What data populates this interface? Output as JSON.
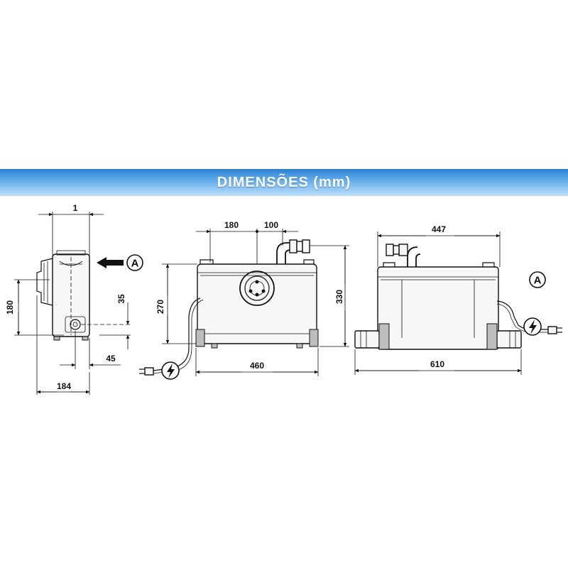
{
  "header": {
    "title": "DIMENSÕES (mm)"
  },
  "colors": {
    "banner_dark": "#2f7fd0",
    "banner_light": "#bcdffa",
    "line": "#111111"
  },
  "side_view": {
    "dims": {
      "top": "1",
      "height": "180",
      "inlet_height": "35",
      "inlet_offset": "45",
      "depth": "184"
    },
    "callout": "A",
    "icons": [
      "arrow-left-icon",
      "callout-circle-icon"
    ]
  },
  "front_view": {
    "dims": {
      "left_offset": "180",
      "outlet_offset": "100",
      "height": "270",
      "total_height": "330",
      "width": "460"
    },
    "icons": [
      "electric-plug-icon",
      "lightning-icon"
    ]
  },
  "rear_view": {
    "dims": {
      "top_width": "447",
      "total_width": "610"
    },
    "callout": "A",
    "icons": [
      "callout-circle-icon",
      "lightning-icon",
      "electric-plug-icon"
    ]
  }
}
